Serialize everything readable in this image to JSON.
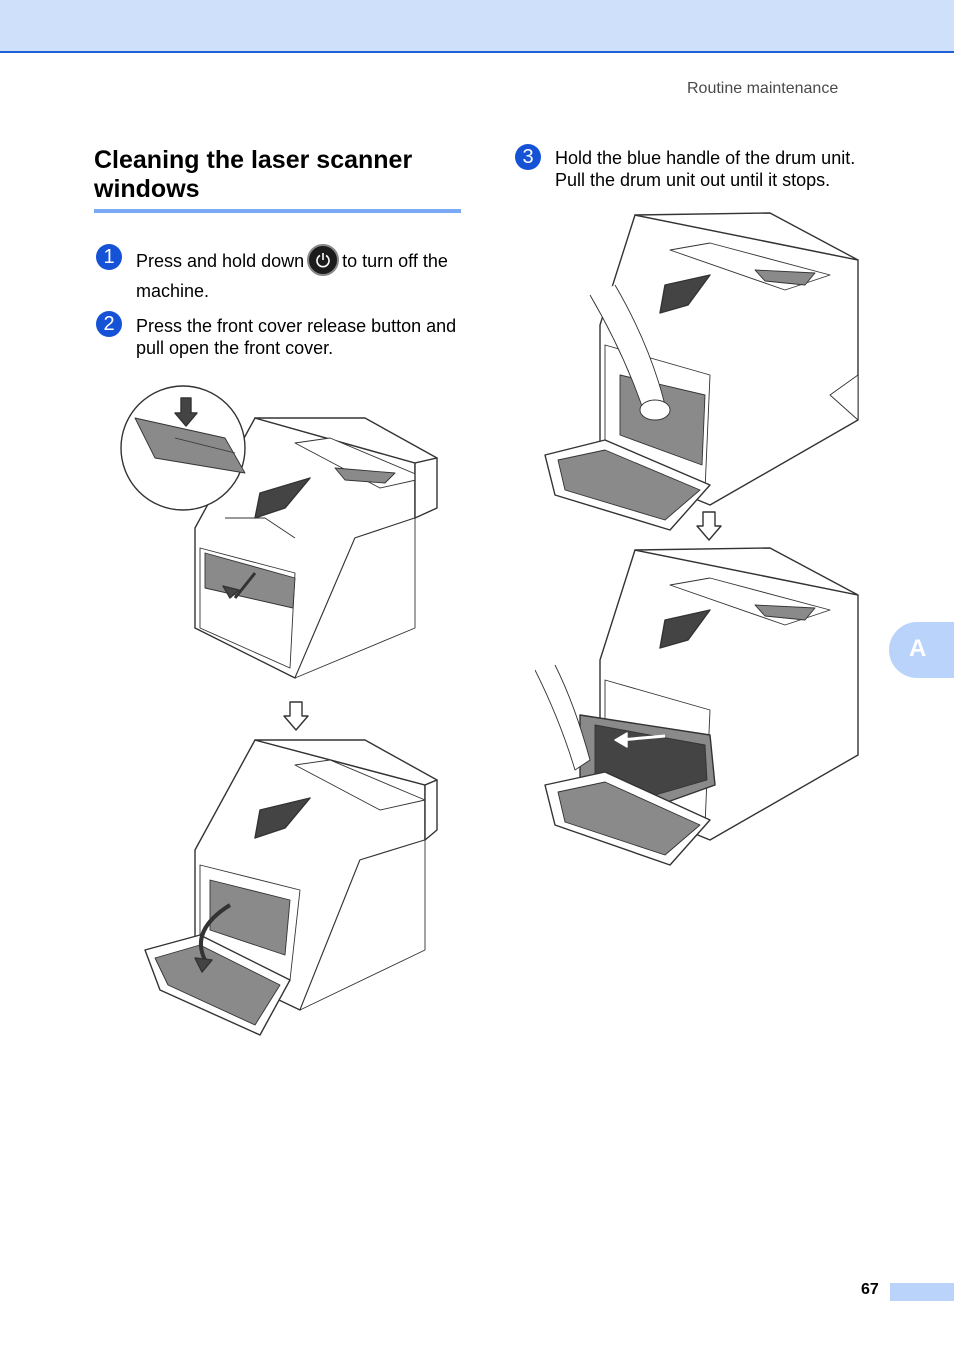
{
  "header": {
    "running_title": "Routine maintenance"
  },
  "section": {
    "title": "Cleaning the laser scanner windows"
  },
  "steps": [
    {
      "number": "1",
      "text_before": "Press and hold down",
      "icon": "power-button-icon",
      "text_after": "to turn off the machine."
    },
    {
      "number": "2",
      "text": "Press the front cover release button and pull open the front cover."
    },
    {
      "number": "3",
      "text": "Hold the blue handle of the drum unit. Pull the drum unit out until it stops."
    }
  ],
  "appendix_tab": {
    "label": "A"
  },
  "footer": {
    "page_number": "67"
  },
  "colors": {
    "accent": "#1552d6",
    "band": "#cfe0fb",
    "tab": "#bad3fb"
  }
}
